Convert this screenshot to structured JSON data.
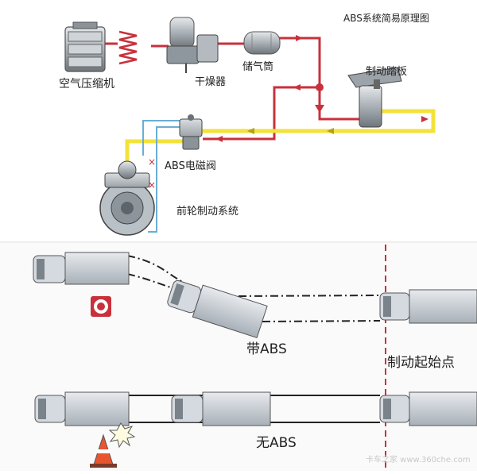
{
  "title": "ABS系统简易原理图",
  "labels": {
    "compressor": "空气压缩机",
    "dryer": "干燥器",
    "tank": "储气筒",
    "pedal": "制动踏板",
    "abs_valve": "ABS电磁阀",
    "front_brake": "前轮制动系统"
  },
  "scenarios": {
    "with_abs": "带ABS",
    "without_abs": "无ABS",
    "brake_start": "制动起始点"
  },
  "watermark": "卡车之家 www.360che.com",
  "colors": {
    "air_line": "#c8313c",
    "control_line": "#f2e23a",
    "signal_line": "#6aaed6",
    "brake_marker": "#c8313c"
  }
}
